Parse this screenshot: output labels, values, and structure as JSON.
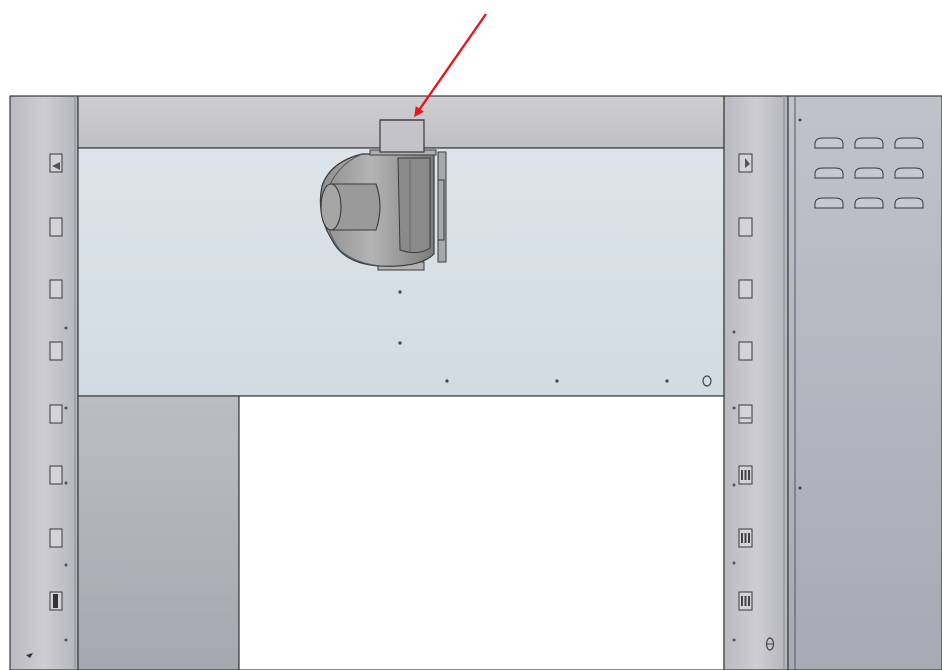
{
  "diagram": {
    "subject": "cabinet-frame-with-blower-fan",
    "annotation": {
      "type": "arrow",
      "color": "#e8141c",
      "points_to": "fan-outlet-duct"
    },
    "colors": {
      "frame_panel": "#c6c6cc",
      "frame_panel_dark": "#aeaeb8",
      "top_beam": "#c8c8cc",
      "back_panel": "#d8e0e6",
      "side_cabinet": "#b6b6c2",
      "outline": "#3a3a3a",
      "fan_body": "#9c9c9c",
      "fan_shadow": "#7e7e7e"
    },
    "left_post_slots": 8,
    "right_post_slots": 8,
    "vent_rows": 3,
    "vent_cols": 3
  }
}
